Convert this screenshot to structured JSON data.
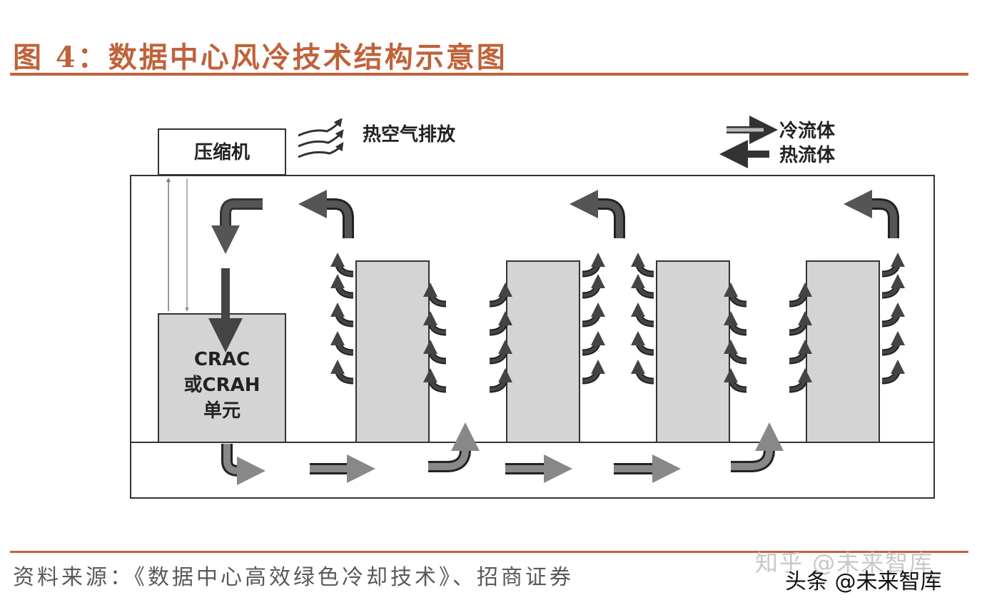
{
  "title": "图 4：数据中心风冷技术结构示意图",
  "source": "资料来源：《数据中心高效绿色冷却技术》、招商证券",
  "watermarks": {
    "zhihu": "知乎 @未来智库",
    "toutiao": "头条 @未来智库"
  },
  "diagram": {
    "compressor": "压缩机",
    "hot_air_exhaust": "热空气排放",
    "legend": {
      "cold_fluid": "冷流体",
      "hot_fluid": "热流体"
    },
    "crac_unit": {
      "line1": "CRAC",
      "line2": "或CRAH",
      "line3": "单元"
    },
    "server_racks": 4
  },
  "colors": {
    "accent": "#c0623a",
    "rack_fill": "#d4d4d4",
    "arrow_cold": "#888888",
    "arrow_hot": "#444444"
  }
}
